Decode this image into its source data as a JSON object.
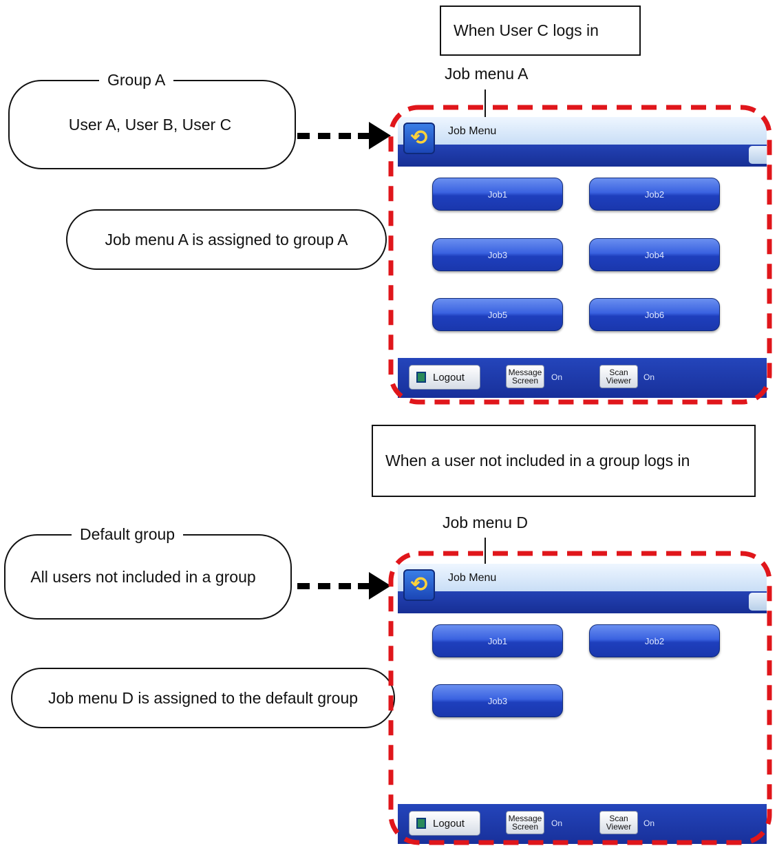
{
  "section_a": {
    "condition": "When User C logs in",
    "menu_label": "Job menu A",
    "group_name": "Group A",
    "group_members": "User A, User B, User C",
    "note": "Job menu A is assigned to group A",
    "screen": {
      "title": "Job Menu",
      "jobs": [
        "Job1",
        "Job2",
        "Job3",
        "Job4",
        "Job5",
        "Job6"
      ],
      "logout": "Logout",
      "message_screen_line1": "Message",
      "message_screen_line2": "Screen",
      "message_status": "On",
      "scan_viewer_line1": "Scan",
      "scan_viewer_line2": "Viewer",
      "scan_status": "On"
    }
  },
  "section_d": {
    "condition": "When a user not included in a group logs in",
    "menu_label": "Job menu D",
    "group_name": "Default group",
    "group_members": "All users not included in a group",
    "note": "Job menu D is assigned to the default group",
    "screen": {
      "title": "Job Menu",
      "jobs": [
        "Job1",
        "Job2",
        "Job3"
      ],
      "logout": "Logout",
      "message_screen_line1": "Message",
      "message_screen_line2": "Screen",
      "message_status": "On",
      "scan_viewer_line1": "Scan",
      "scan_viewer_line2": "Viewer",
      "scan_status": "On"
    }
  },
  "colors": {
    "frame_dash": "#e0161b",
    "bar_blue": "#1a34a0",
    "button_blue": "#2a4fd0",
    "icon_yellow": "#ffd23a"
  }
}
